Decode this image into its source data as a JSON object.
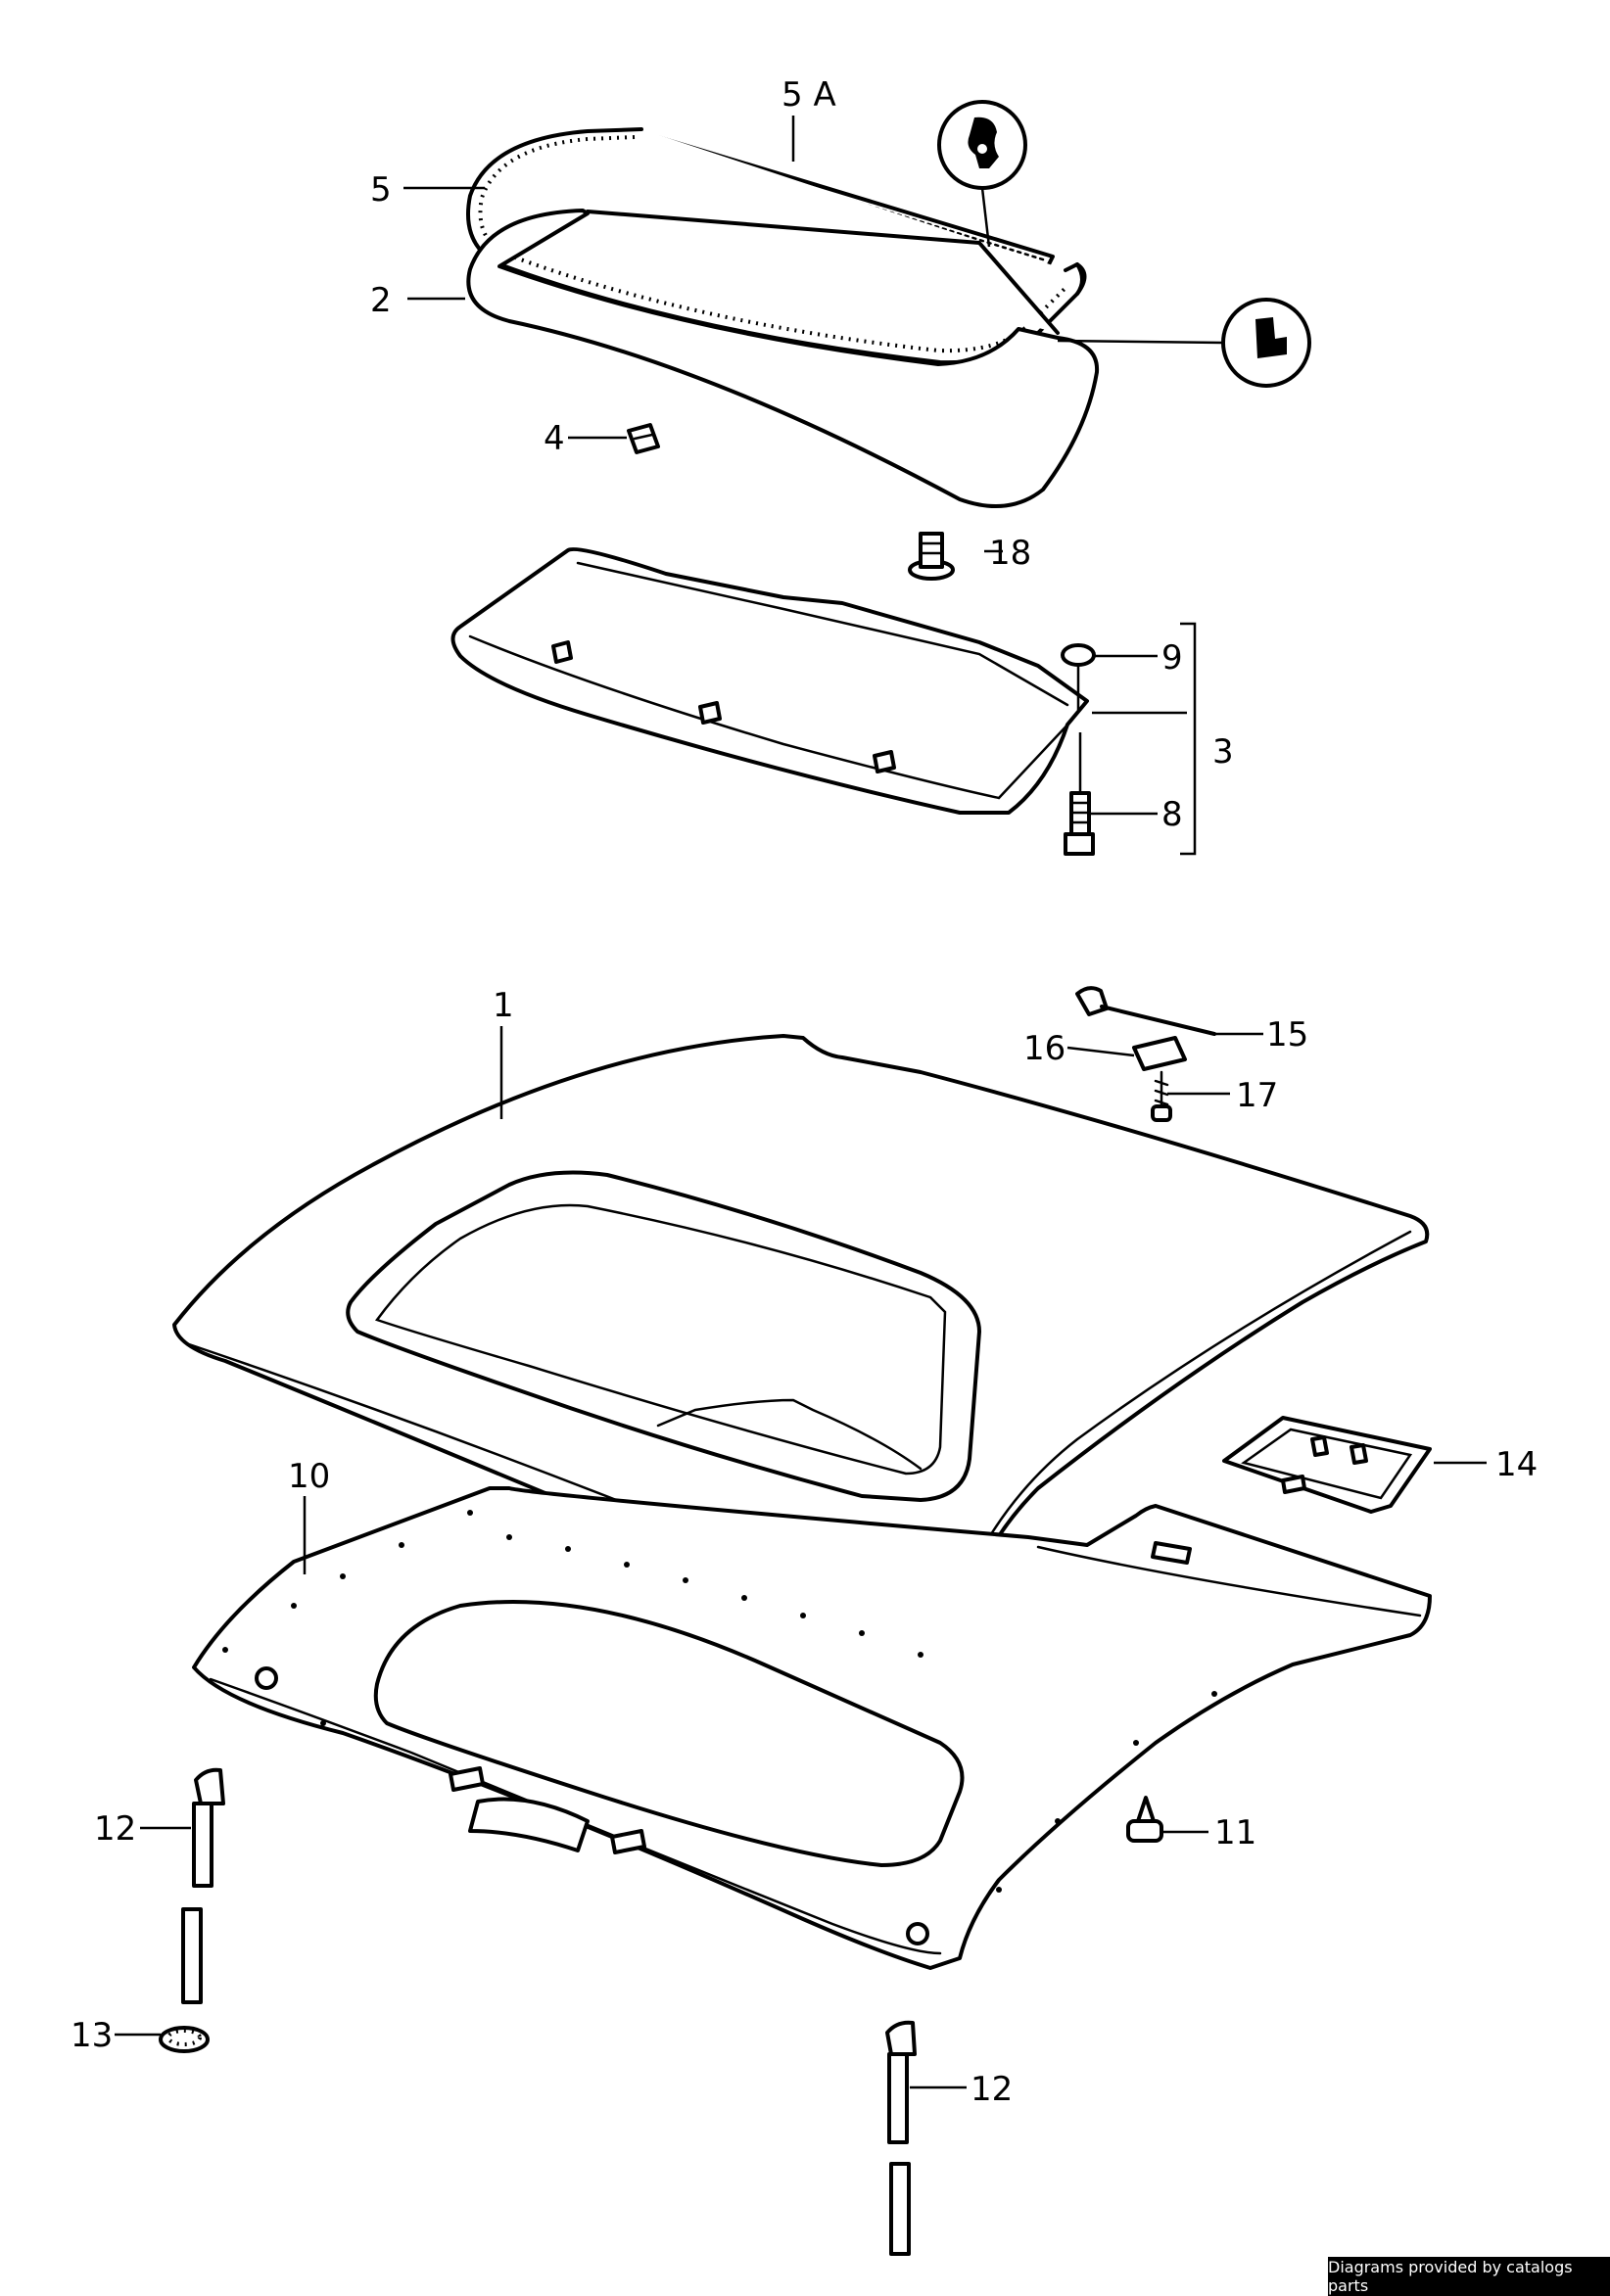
{
  "callouts": {
    "p1": "1",
    "p2": "2",
    "p3": "3",
    "p4": "4",
    "p5": "5",
    "p5a": "5 A",
    "p8": "8",
    "p9": "9",
    "p10": "10",
    "p11": "11",
    "p12a": "12",
    "p12b": "12",
    "p13": "13",
    "p14": "14",
    "p15": "15",
    "p16": "16",
    "p17": "17",
    "p18": "18"
  },
  "footer": {
    "credit": "Diagrams provided by catalogs parts"
  }
}
